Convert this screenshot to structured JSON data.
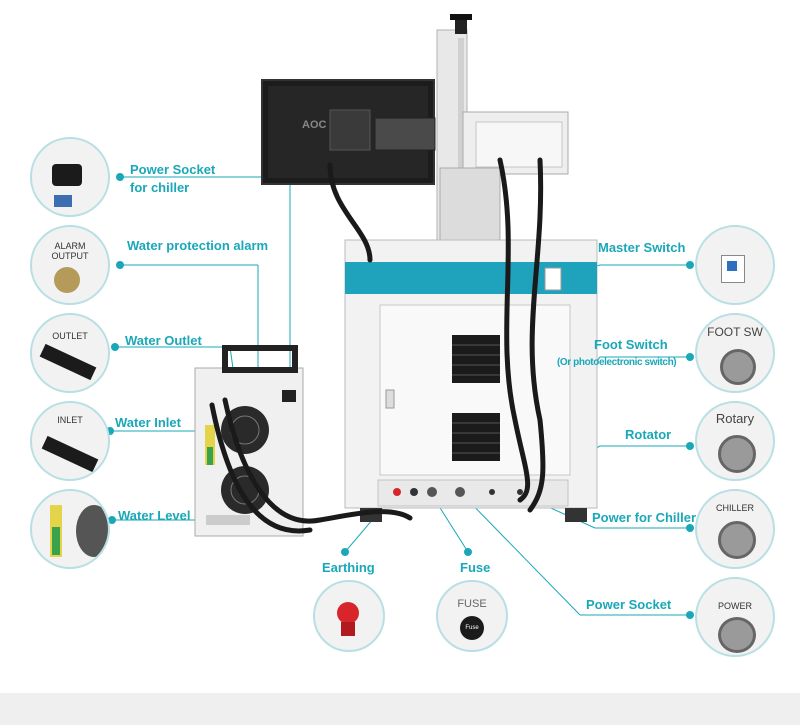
{
  "callouts": {
    "power_socket_chiller": [
      "Power Socket",
      "for chiller"
    ],
    "water_protection_alarm": "Water protection alarm",
    "water_outlet": "Water Outlet",
    "water_inlet": "Water Inlet",
    "water_level": "Water Level",
    "master_switch": "Master Switch",
    "foot_switch": "Foot Switch",
    "foot_switch_note": "(Or photoelectronic switch)",
    "rotator": "Rotator",
    "power_for_chiller": "Power for Chiller",
    "earthing": "Earthing",
    "fuse": "Fuse",
    "power_socket": "Power Socket"
  },
  "panel_text": {
    "alarm_output": [
      "ALARM",
      "OUTPUT"
    ],
    "outlet": "OUTLET",
    "inlet": "INLET",
    "foot_sw": "FOOT SW",
    "rotary": "Rotary",
    "chiller": "CHILLER",
    "power": "POWER",
    "fuse": "FUSE",
    "fuse_cap": "Fuse",
    "monitor_brand": "AOC"
  },
  "colors": {
    "accent": "#1aa8b8",
    "cabinet_stripe": "#1fa3bd",
    "cable": "#1a1a1a",
    "socket_red": "#d8242b"
  }
}
